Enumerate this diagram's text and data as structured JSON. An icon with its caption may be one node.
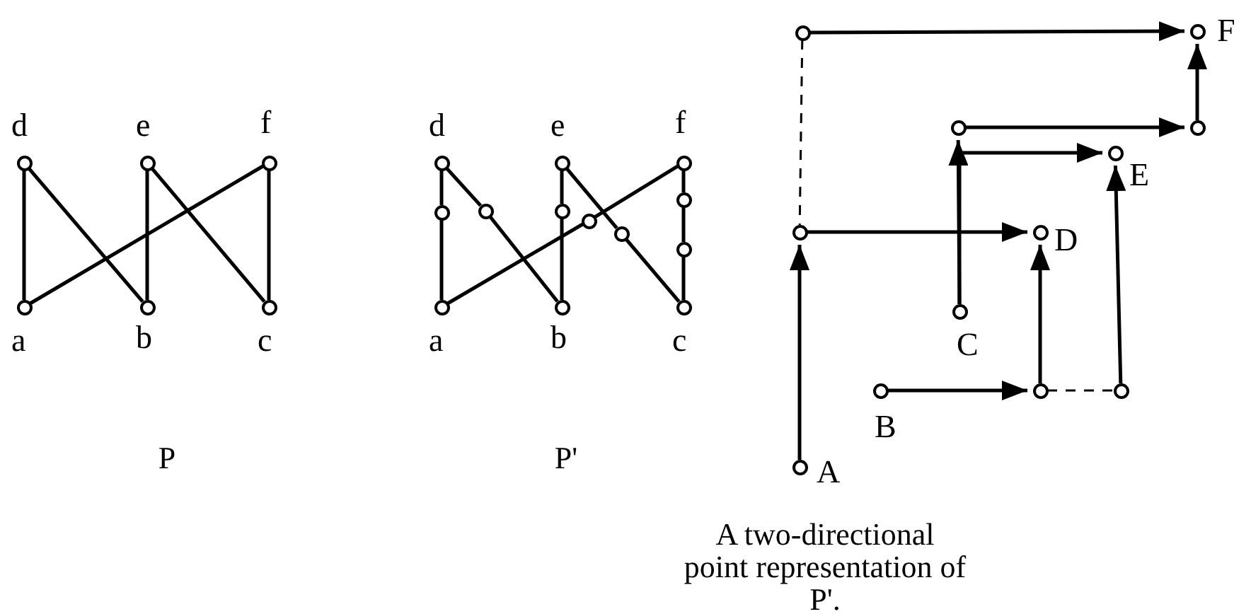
{
  "diagram": {
    "nodes": [
      {
        "text": [],
        "shape": "circle",
        "beside": [
          "d"
        ]
      },
      {
        "text": [],
        "shape": "circle",
        "beside": [
          "e"
        ]
      },
      {
        "text": [],
        "shape": "circle",
        "beside": [
          "f"
        ]
      },
      {
        "text": [],
        "shape": "circle",
        "beside": [
          "a"
        ]
      },
      {
        "text": [],
        "shape": "circle",
        "beside": [
          "b"
        ]
      },
      {
        "text": [],
        "shape": "circle",
        "beside": [
          "c"
        ]
      },
      {
        "text": [],
        "shape": "circle",
        "beside": [
          "d"
        ]
      },
      {
        "text": [],
        "shape": "circle",
        "beside": [
          "e"
        ]
      },
      {
        "text": [],
        "shape": "circle",
        "beside": [
          "f"
        ]
      },
      {
        "text": [],
        "shape": "circle"
      },
      {
        "text": [],
        "shape": "circle"
      },
      {
        "text": [],
        "shape": "circle"
      },
      {
        "text": [],
        "shape": "circle"
      },
      {
        "text": [],
        "shape": "circle"
      },
      {
        "text": [],
        "shape": "circle"
      },
      {
        "text": [],
        "shape": "circle"
      },
      {
        "text": [],
        "shape": "circle",
        "beside": [
          "a"
        ]
      },
      {
        "text": [],
        "shape": "circle",
        "beside": [
          "b"
        ]
      },
      {
        "text": [],
        "shape": "circle",
        "beside": [
          "c"
        ]
      },
      {
        "text": [],
        "shape": "circle"
      },
      {
        "text": [],
        "shape": "circle",
        "beside": [
          "F"
        ]
      },
      {
        "text": [],
        "shape": "circle"
      },
      {
        "text": [],
        "shape": "circle"
      },
      {
        "text": [],
        "shape": "circle",
        "beside": [
          "E"
        ]
      },
      {
        "text": [],
        "shape": "circle"
      },
      {
        "text": [],
        "shape": "circle",
        "beside": [
          "D"
        ]
      },
      {
        "text": [],
        "shape": "circle",
        "beside": [
          "C"
        ]
      },
      {
        "text": [],
        "shape": "circle",
        "beside": [
          "B"
        ]
      },
      {
        "text": [],
        "shape": "circle"
      },
      {
        "text": [],
        "shape": "circle"
      },
      {
        "text": [],
        "shape": "circle",
        "beside": [
          "A"
        ]
      }
    ],
    "edges": [
      {
        "from": 0,
        "to": 3,
        "arrow": "none"
      },
      {
        "from": 0,
        "to": 4,
        "arrow": "none"
      },
      {
        "from": 1,
        "to": 4,
        "arrow": "none"
      },
      {
        "from": 1,
        "to": 5,
        "arrow": "none"
      },
      {
        "from": 2,
        "to": 3,
        "arrow": "none"
      },
      {
        "from": 2,
        "to": 5,
        "arrow": "none"
      },
      {
        "from": 6,
        "to": 9,
        "arrow": "none"
      },
      {
        "from": 9,
        "to": 16,
        "arrow": "none"
      },
      {
        "from": 6,
        "to": 10,
        "arrow": "none"
      },
      {
        "from": 10,
        "to": 17,
        "arrow": "none"
      },
      {
        "from": 7,
        "to": 11,
        "arrow": "none"
      },
      {
        "from": 11,
        "to": 17,
        "arrow": "none"
      },
      {
        "from": 16,
        "to": 13,
        "arrow": "none"
      },
      {
        "from": 13,
        "to": 8,
        "arrow": "none"
      },
      {
        "from": 7,
        "to": 14,
        "arrow": "none"
      },
      {
        "from": 14,
        "to": 18,
        "arrow": "none"
      },
      {
        "from": 8,
        "to": 12,
        "arrow": "none"
      },
      {
        "from": 12,
        "to": 15,
        "arrow": "none"
      },
      {
        "from": 15,
        "to": 18,
        "arrow": "none"
      },
      {
        "from": 19,
        "to": 20,
        "arrow": "to"
      },
      {
        "from": 19,
        "to": 24,
        "arrow": "none",
        "style": "dashed"
      },
      {
        "from": 22,
        "to": 20,
        "arrow": "to"
      },
      {
        "from": 21,
        "to": 22,
        "arrow": "to"
      },
      {
        "from": 26,
        "to": 21,
        "arrow": "to"
      },
      {
        "from": 26,
        "to": 23,
        "arrow": "to"
      },
      {
        "from": 24,
        "to": 25,
        "arrow": "to"
      },
      {
        "from": 30,
        "to": 24,
        "arrow": "to"
      },
      {
        "from": 28,
        "to": 25,
        "arrow": "to"
      },
      {
        "from": 27,
        "to": 28,
        "arrow": "to"
      },
      {
        "from": 28,
        "to": 29,
        "arrow": "none",
        "style": "dashed"
      },
      {
        "from": 29,
        "to": 23,
        "arrow": "to"
      }
    ],
    "labels": [
      "P",
      "P'",
      "A two-directional point representation of P'."
    ]
  }
}
